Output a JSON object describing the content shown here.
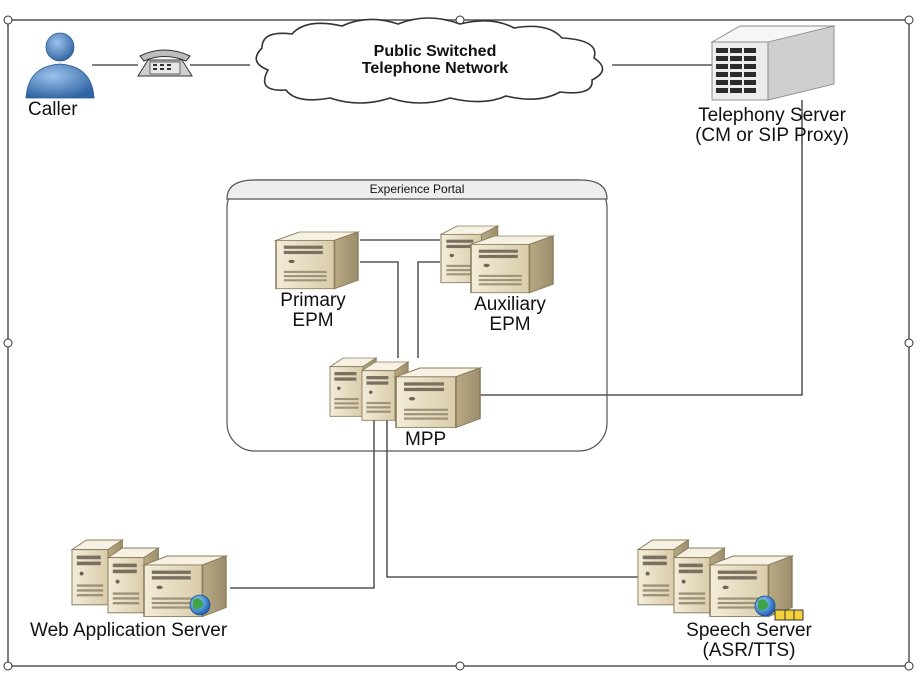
{
  "diagram": {
    "caller_label": "Caller",
    "pstn_line1": "Public Switched",
    "pstn_line2": "Telephone Network",
    "telephony_line1": "Telephony Server",
    "telephony_line2": "(CM or SIP Proxy)",
    "portal_title": "Experience Portal",
    "primary_line1": "Primary",
    "primary_line2": "EPM",
    "auxiliary_line1": "Auxiliary",
    "auxiliary_line2": "EPM",
    "mpp_label": "MPP",
    "web_label": "Web Application Server",
    "speech_line1": "Speech Server",
    "speech_line2": "(ASR/TTS)"
  },
  "colors": {
    "border": "#555555",
    "line": "#333333",
    "server_front": "#e9dfc6",
    "server_side": "#bfb08a",
    "server_top": "#f4eede",
    "person": "#4f86c2",
    "globe": "#2a7fd0"
  },
  "icons": [
    "person-icon",
    "telephone-icon",
    "cloud-icon",
    "server-icon",
    "globe-icon",
    "key-icon"
  ]
}
